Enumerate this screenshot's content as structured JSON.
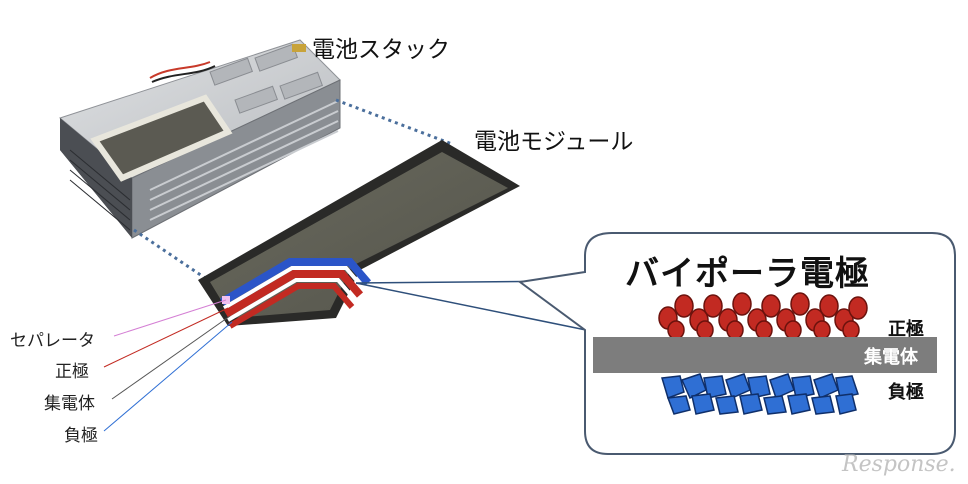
{
  "labels": {
    "battery_stack": "電池スタック",
    "battery_module": "電池モジュール",
    "bipolar_electrode": "バイポーラ電極"
  },
  "side_labels": {
    "separator": "セパレータ",
    "positive_electrode": "正極",
    "current_collector": "集電体",
    "negative_electrode": "負極"
  },
  "layer_labels": {
    "positive_electrode": "正極",
    "current_collector": "集電体",
    "negative_electrode": "負極"
  },
  "watermark": "Response.",
  "colors": {
    "positive": "#c22a22",
    "negative": "#2f6fd4",
    "collector": "#7d7d7d",
    "callout_border": "#4a5a70",
    "leader_lines": "#2e4f7a",
    "dotted_lines": "#4b6f9c",
    "separator_line": "#d47fd4"
  }
}
